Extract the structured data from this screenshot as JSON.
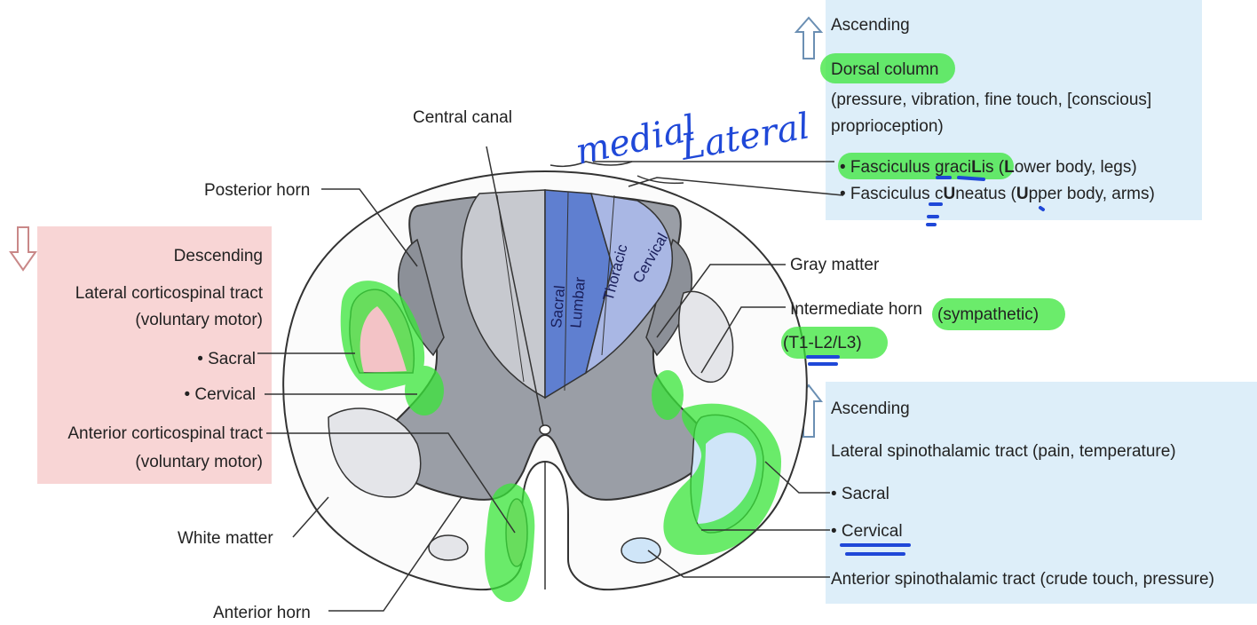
{
  "labels": {
    "central_canal": "Central canal",
    "posterior_horn": "Posterior horn",
    "gray_matter": "Gray matter",
    "intermediate_horn": "Intermediate horn",
    "white_matter": "White matter",
    "anterior_horn": "Anterior horn"
  },
  "handwritten": {
    "medial": "medial",
    "lateral": "Lateral"
  },
  "dorsal_segments": [
    "Sacral",
    "Lumbar",
    "Thoracic",
    "Cervical"
  ],
  "ascending_top": {
    "heading": "Ascending",
    "title": "Dorsal column",
    "line1": "(pressure, vibration, fine touch, [conscious]",
    "line2": "proprioception)",
    "gracilis": {
      "bullet": "• Fasciculus graci",
      "key1": "L",
      "mid1": "is (",
      "key2": "L",
      "rest": "ower body, legs)"
    },
    "cuneatus": {
      "bullet": "• Fasciculus c",
      "key1": "U",
      "mid1": "neatus (",
      "key2": "U",
      "rest": "pper body, arms)"
    }
  },
  "descending": {
    "heading": "Descending",
    "lateral_line1": "Lateral corticospinal tract",
    "lateral_line2": "(voluntary motor)",
    "sacral": "• Sacral",
    "cervical": "• Cervical",
    "anterior_line1": "Anterior corticospinal tract",
    "anterior_line2": "(voluntary motor)"
  },
  "intermediate": {
    "sympathetic": "(sympathetic)",
    "levels": "(T1-L2/L3)"
  },
  "ascending_bottom": {
    "heading": "Ascending",
    "title": "Lateral spinothalamic tract (pain, temperature)",
    "sacral": "• Sacral",
    "cervical": "• Cervical",
    "anterior": "Anterior spinothalamic tract (crude touch, pressure)"
  },
  "colors": {
    "descending_box": "#f8d5d5",
    "ascending_box": "#ddeef9",
    "highlight": "#39e639",
    "ink": "#1f48d8"
  }
}
